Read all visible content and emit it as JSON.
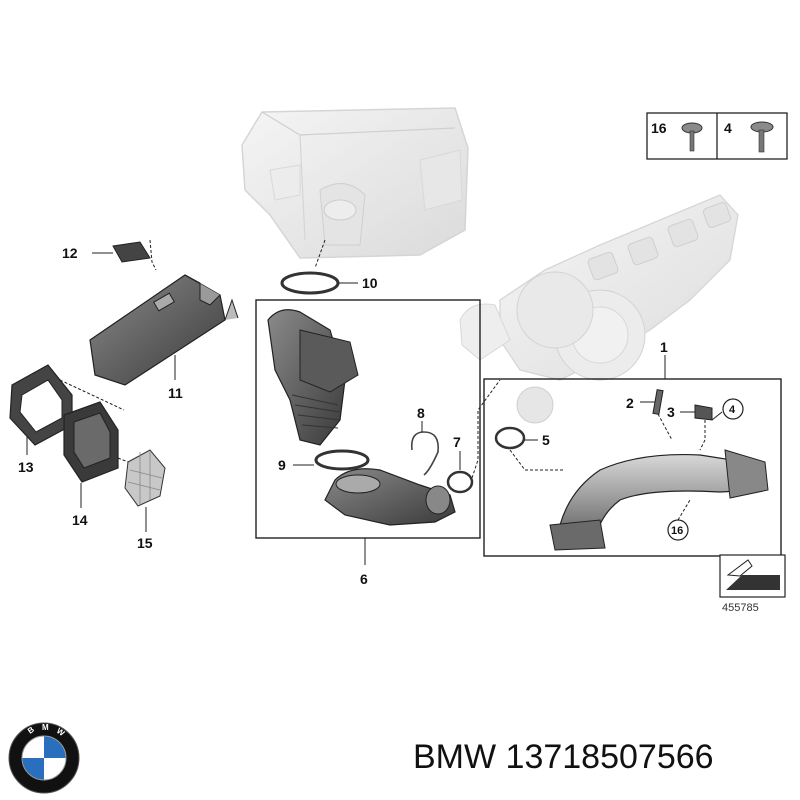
{
  "diagram": {
    "callouts": {
      "c1": "1",
      "c2": "2",
      "c3": "3",
      "c4": "4",
      "c5": "5",
      "c6": "6",
      "c7": "7",
      "c8": "8",
      "c9": "9",
      "c10": "10",
      "c11": "11",
      "c12": "12",
      "c13": "13",
      "c14": "14",
      "c15": "15",
      "c16": "16",
      "c16b": "16",
      "c4b": "4"
    },
    "legend_box": {
      "left_number": "16",
      "right_number": "4"
    },
    "reference_number": "455785"
  },
  "footer": {
    "brand": "BMW",
    "part_number": "13718507566",
    "logo_text": "BMW",
    "logo_colors": {
      "ring": "#111111",
      "blue": "#2a6fbe",
      "white": "#ffffff"
    }
  }
}
